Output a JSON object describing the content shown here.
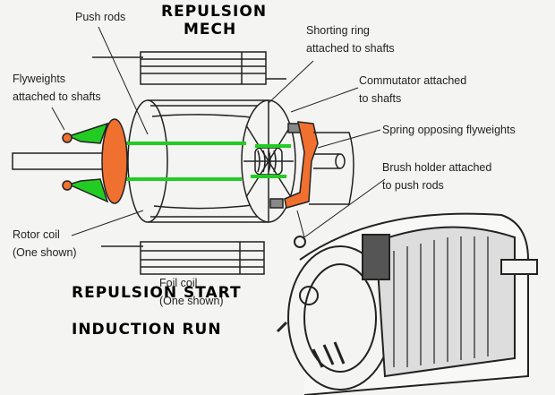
{
  "title": {
    "line1": "REPULSION",
    "line2": "MECH"
  },
  "labels": {
    "push_rods": "Push rods",
    "flyweights": [
      "Flyweights",
      "attached to shafts"
    ],
    "shorting_ring": [
      "Shorting ring",
      "attached to shafts"
    ],
    "commutator": [
      "Commutator attached",
      "to shafts"
    ],
    "spring": "Spring opposing flyweights",
    "brush_holder": [
      "Brush holder attached",
      "to push rods"
    ],
    "rotor_coil": [
      "Rotor coil",
      "(One shown)"
    ],
    "foil_coil": [
      "Foil coil",
      "(One shown)"
    ]
  },
  "caption": {
    "line1": "REPULSION  START",
    "line2": "INDUCTION  RUN"
  },
  "colors": {
    "green": "#22cc22",
    "orange": "#f07030",
    "ink": "#222222",
    "background": "#f4f4f2"
  }
}
